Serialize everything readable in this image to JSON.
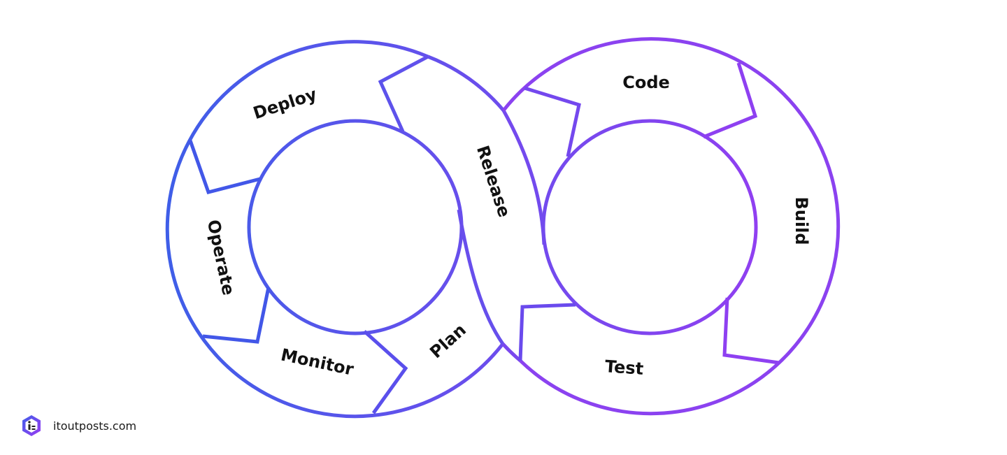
{
  "diagram": {
    "type": "devops-infinity-loop",
    "stages": {
      "code": "Code",
      "build": "Build",
      "test": "Test",
      "release": "Release",
      "deploy": "Deploy",
      "operate": "Operate",
      "monitor": "Monitor",
      "plan": "Plan"
    },
    "colors": {
      "gradient_start": "#3F5EE8",
      "gradient_end": "#9B3BF2",
      "label": "#111111"
    }
  },
  "brand": {
    "site": "itoutposts.com",
    "logo_icon": "hexagon-logo-icon"
  }
}
